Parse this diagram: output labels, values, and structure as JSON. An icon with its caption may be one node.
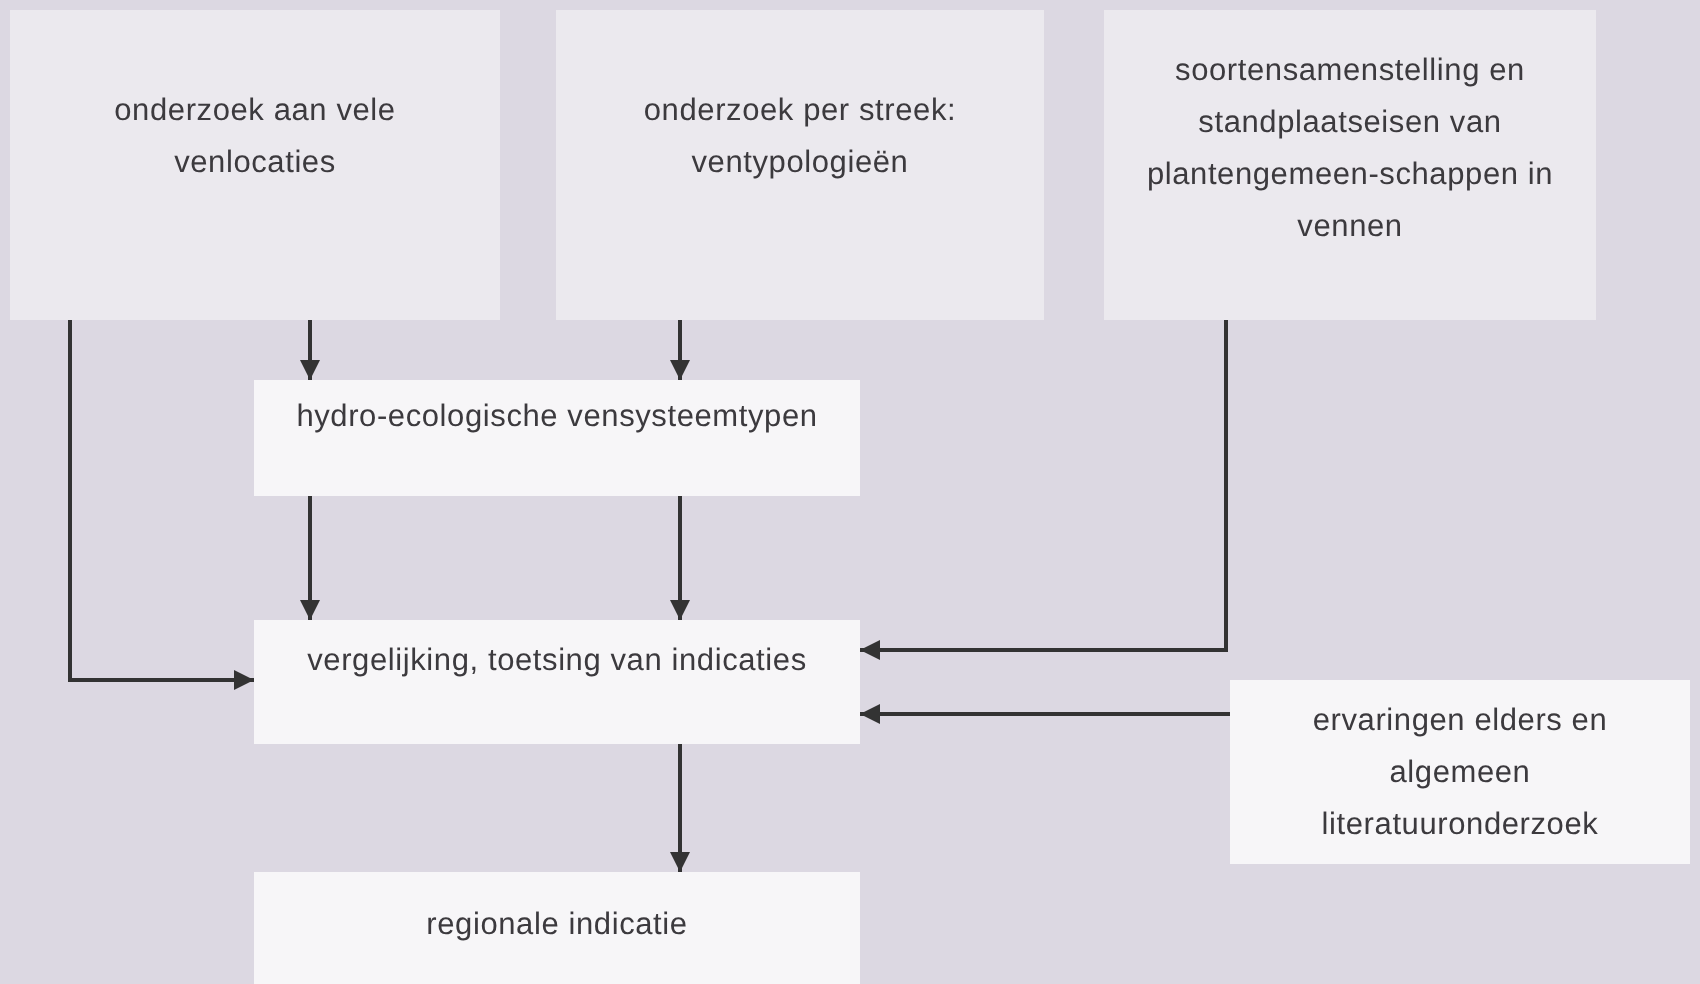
{
  "diagram": {
    "nodes": [
      {
        "text": [
          "onderzoek aan vele venlocaties"
        ]
      },
      {
        "text": [
          "onderzoek per streek: ventypologieën"
        ]
      },
      {
        "text": [
          "soortensamenstelling en standplaatseisen van plantengemeen-schappen in vennen"
        ]
      },
      {
        "text": [
          "hydro-ecologische vensysteemtypen"
        ]
      },
      {
        "text": [
          "vergelijking, toetsing van indicaties"
        ]
      },
      {
        "text": [
          "ervaringen elders en algemeen literatuuronderzoek"
        ]
      },
      {
        "text": [
          "regionale indicatie"
        ]
      }
    ],
    "edges": [
      {
        "from": 0,
        "to": 3,
        "arrow": "to"
      },
      {
        "from": 1,
        "to": 3,
        "arrow": "to"
      },
      {
        "from": 0,
        "to": 4,
        "arrow": "to"
      },
      {
        "from": 3,
        "to": 4,
        "arrow": "to"
      },
      {
        "from": 3,
        "to": 4,
        "arrow": "to"
      },
      {
        "from": 2,
        "to": 4,
        "arrow": "to"
      },
      {
        "from": 5,
        "to": 4,
        "arrow": "to"
      },
      {
        "from": 4,
        "to": 6,
        "arrow": "to"
      }
    ]
  }
}
